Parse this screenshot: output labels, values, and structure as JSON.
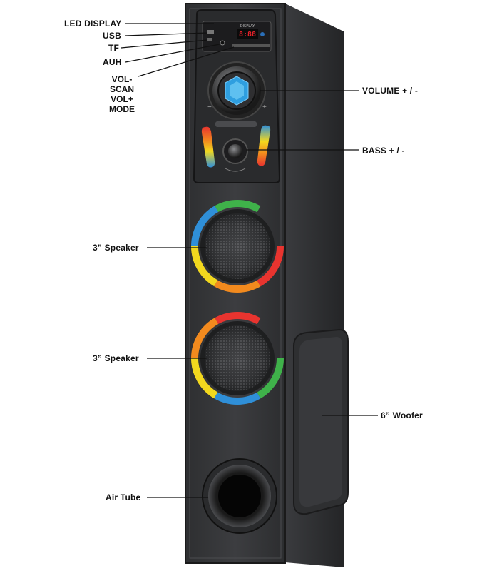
{
  "labels": {
    "led_display": "LED DISPLAY",
    "usb": "USB",
    "tf": "TF",
    "auh": "AUH",
    "vol_minus": "VOL-",
    "scan": "SCAN",
    "vol_plus": "VOL+",
    "mode": "MODE",
    "volume": "VOLUME  + / -",
    "bass": "BASS  + / -",
    "speaker_top": "3” Speaker",
    "speaker_bottom": "3” Speaker",
    "woofer": "6” Woofer",
    "air_tube": "Air Tube"
  },
  "panel": {
    "display_digits": "8:88",
    "display_caption": "DISPLAY"
  },
  "colors": {
    "cabinet": "#3a3b3d",
    "cabinet_side": "#2b2c2e",
    "led_red": "#e8222a",
    "ring_red": "#e8342f",
    "ring_orange": "#f28a1e",
    "ring_yellow": "#f2d81e",
    "ring_green": "#3fb24a",
    "ring_blue": "#2f8fd8",
    "knob_blue": "#2f9fe0"
  }
}
